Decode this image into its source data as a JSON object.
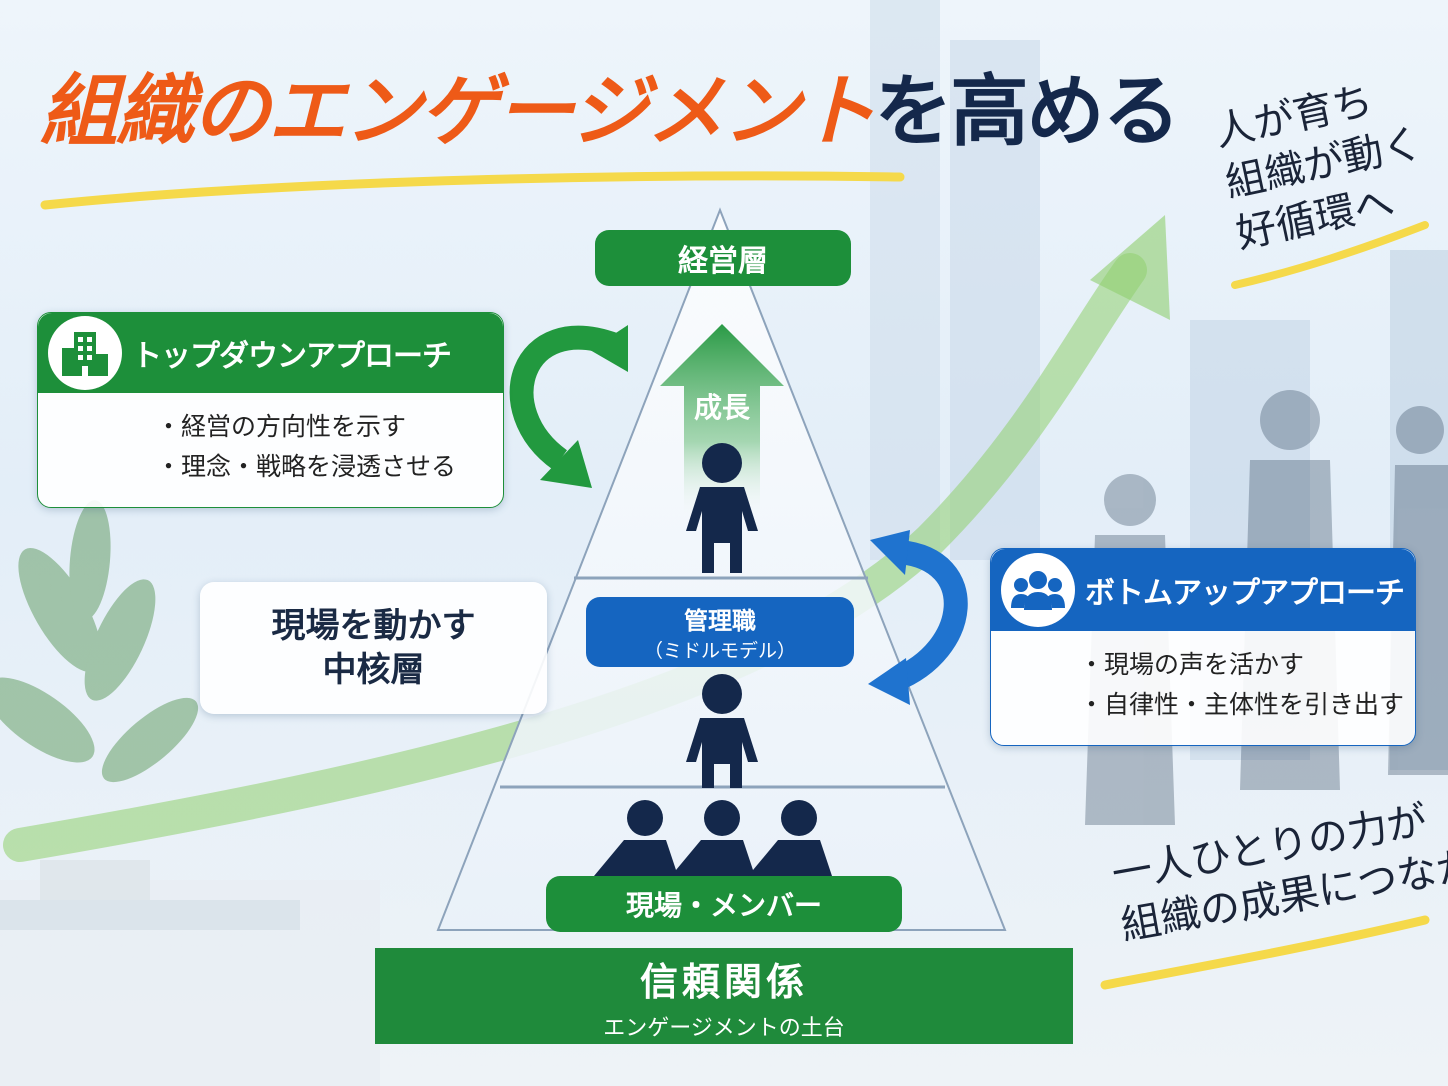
{
  "title": {
    "highlight": "組織のエンゲージメント",
    "rest": "を高める"
  },
  "pyramid": {
    "top_label": "経営層",
    "growth_label": "成長",
    "middle_label": "管理職",
    "middle_sublabel": "（ミドルモデル）",
    "bottom_label": "現場・メンバー"
  },
  "foundation": {
    "title": "信頼関係",
    "subtitle": "エンゲージメントの土台"
  },
  "top_down": {
    "heading": "トップダウンアプローチ",
    "items": [
      "・経営の方向性を示す",
      "・理念・戦略を浸透させる"
    ]
  },
  "bottom_up": {
    "heading": "ボトムアップアプローチ",
    "items": [
      "・現場の声を活かす",
      "・自律性・主体性を引き出す"
    ]
  },
  "core_layer": {
    "line1": "現場を動かす",
    "line2": "中核層"
  },
  "note_top": {
    "line1": "人が育ち",
    "line2": "組織が動く",
    "line3": "好循環へ"
  },
  "note_bottom": {
    "line1": "一人ひとりの力が",
    "line2": "組織の成果につながる"
  },
  "colors": {
    "green": "#1d8f3a",
    "blue": "#1565c0",
    "orange": "#ee5a17",
    "navy": "#14284b",
    "highlight_yellow": "#f5d94a"
  }
}
